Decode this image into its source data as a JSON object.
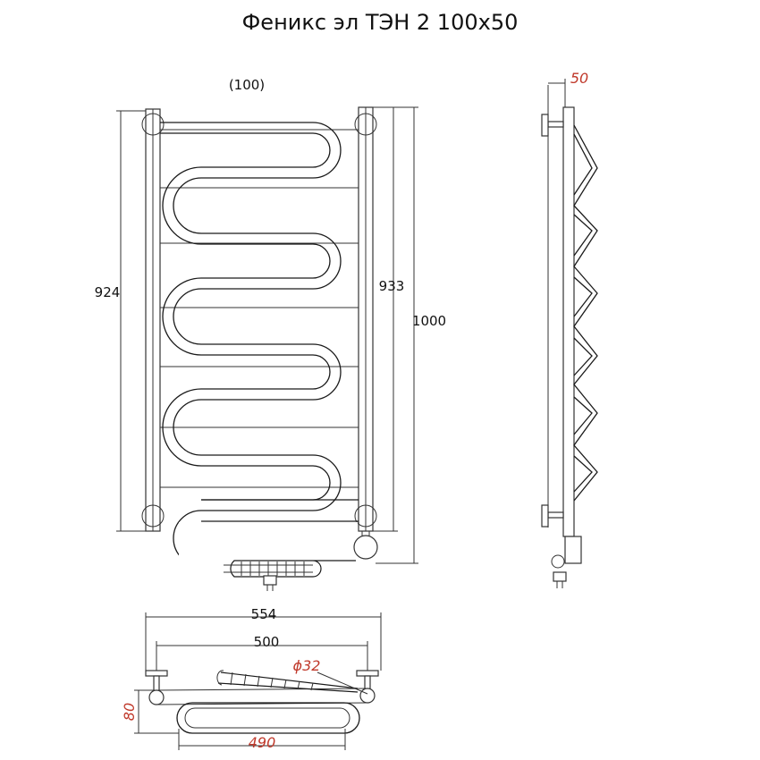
{
  "title": "Феникс эл ТЭН 2 100x50",
  "front_view": {
    "step_label": "(100)",
    "dim_left": "924",
    "dim_inner_right": "933",
    "dim_outer_right": "1000"
  },
  "side_view": {
    "dim_depth": "50"
  },
  "top_view": {
    "dim_total_width": "554",
    "dim_mount_width": "500",
    "dim_diameter": "ϕ32",
    "dim_depth": "80",
    "dim_loop_width": "490"
  },
  "colors": {
    "line": "#1a1a1a",
    "dimension_red": "#c0392b"
  }
}
